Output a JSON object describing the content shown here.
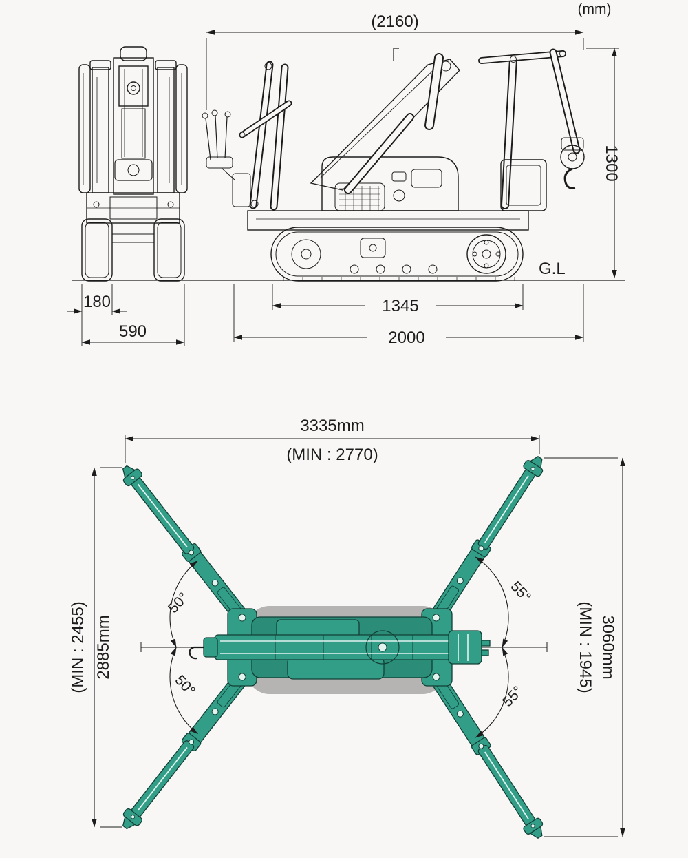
{
  "page": {
    "units": "(mm)"
  },
  "orthographic": {
    "boom_width": "(2160)",
    "overall_height": "1300",
    "ground_line": "G.L",
    "shoe_width": "180",
    "overall_width": "590",
    "crawler_length": "1345",
    "overall_length": "2000"
  },
  "outrigger_view": {
    "span_width": "3335mm",
    "span_width_min": "(MIN : 2770)",
    "span_left": "2885mm",
    "span_left_min": "(MIN : 2455)",
    "span_right": "3060mm",
    "span_right_min": "(MIN : 1945)",
    "angle_front_left": "50°",
    "angle_rear_left": "50°",
    "angle_front_right": "55°",
    "angle_rear_right": "55°"
  },
  "colors": {
    "line": "#1c1c1c",
    "background": "#f8f7f5",
    "accent": "#339e88",
    "accent_deep": "#2b8d77",
    "accent_dark": "#123f35",
    "accent_light": "#e3f4ef",
    "shadow": "#b5b4b2"
  }
}
